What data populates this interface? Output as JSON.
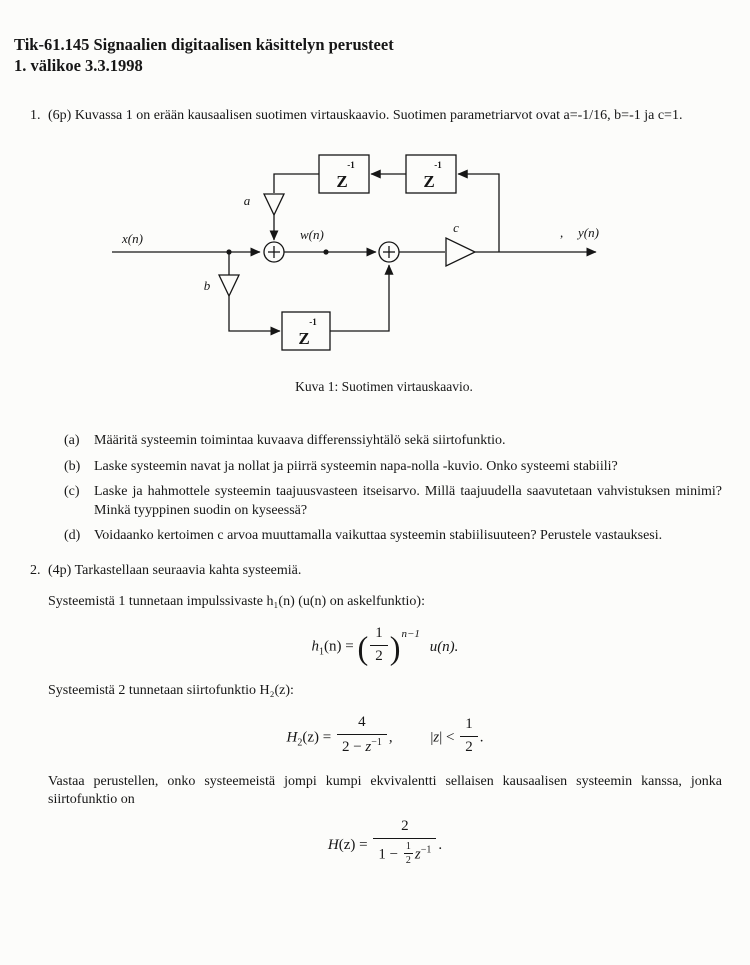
{
  "header": {
    "course_title": "Tik-61.145 Signaalien digitaalisen käsittelyn perusteet",
    "exam_title": "1. välikoe 3.3.1998"
  },
  "q1": {
    "number": "1.",
    "intro": "(6p) Kuvassa 1 on erään kausaalisen suotimen virtauskaavio. Suotimen parametriarvot ovat a=-1/16, b=-1 ja c=1.",
    "items": [
      {
        "label": "(a)",
        "text": "Määritä systeemin toimintaa kuvaava differenssiyhtälö sekä siirtofunktio."
      },
      {
        "label": "(b)",
        "text": "Laske systeemin navat ja nollat ja piirrä systeemin napa-nolla -kuvio. Onko systeemi stabiili?"
      },
      {
        "label": "(c)",
        "text": "Laske ja hahmottele systeemin taajuusvasteen itseisarvo. Millä taajuudella saavutetaan vahvistuksen minimi? Minkä tyyppinen suodin on kyseessä?"
      },
      {
        "label": "(d)",
        "text": "Voidaanko kertoimen c arvoa muuttamalla vaikuttaa systeemin stabiilisuuteen? Perustele vastauksesi."
      }
    ]
  },
  "diagram": {
    "caption": "Kuva 1: Suotimen virtauskaavio.",
    "labels": {
      "input": "x(n)",
      "internal": "w(n)",
      "output": "y(n)",
      "gain_a": "a",
      "gain_b": "b",
      "gain_c": "c",
      "delay": "Z",
      "delay_exponent": "-1",
      "comma": ","
    }
  },
  "q2": {
    "number": "2.",
    "intro": "(4p) Tarkastellaan seuraavia kahta systeemiä.",
    "system1_text": "Systeemistä 1 tunnetaan impulssivaste h₁(n) (u(n) on askelfunktio):",
    "system2_text": "Systeemistä 2 tunnetaan siirtofunktio H₂(z):",
    "closing_text": "Vastaa perustellen, onko systeemeistä jompi kumpi ekvivalentti sellaisen kausaalisen systeemin kanssa, jonka siirtofunktio on"
  },
  "formulas": {
    "f1": {
      "var": "h",
      "var_sub": "1",
      "args": "(n) =",
      "lparen": "(",
      "num": "1",
      "den": "2",
      "rparen": ")",
      "exponent": "n−1",
      "tail": "u(n)."
    },
    "f2": {
      "var": "H",
      "var_sub": "2",
      "args": "(z) =",
      "num": "4",
      "den_pre": "2 − ",
      "den_var": "z",
      "den_exp": "−1",
      "comma": ",",
      "cond_left": "|",
      "cond_var": "z",
      "cond_right": "| <",
      "cond_num": "1",
      "cond_den": "2",
      "end": "."
    },
    "f3": {
      "var": "H",
      "args": "(z) =",
      "num": "2",
      "den_pre": "1 − ",
      "den_num": "1",
      "den_den": "2",
      "den_var": "z",
      "den_exp": "−1",
      "end": "."
    }
  }
}
